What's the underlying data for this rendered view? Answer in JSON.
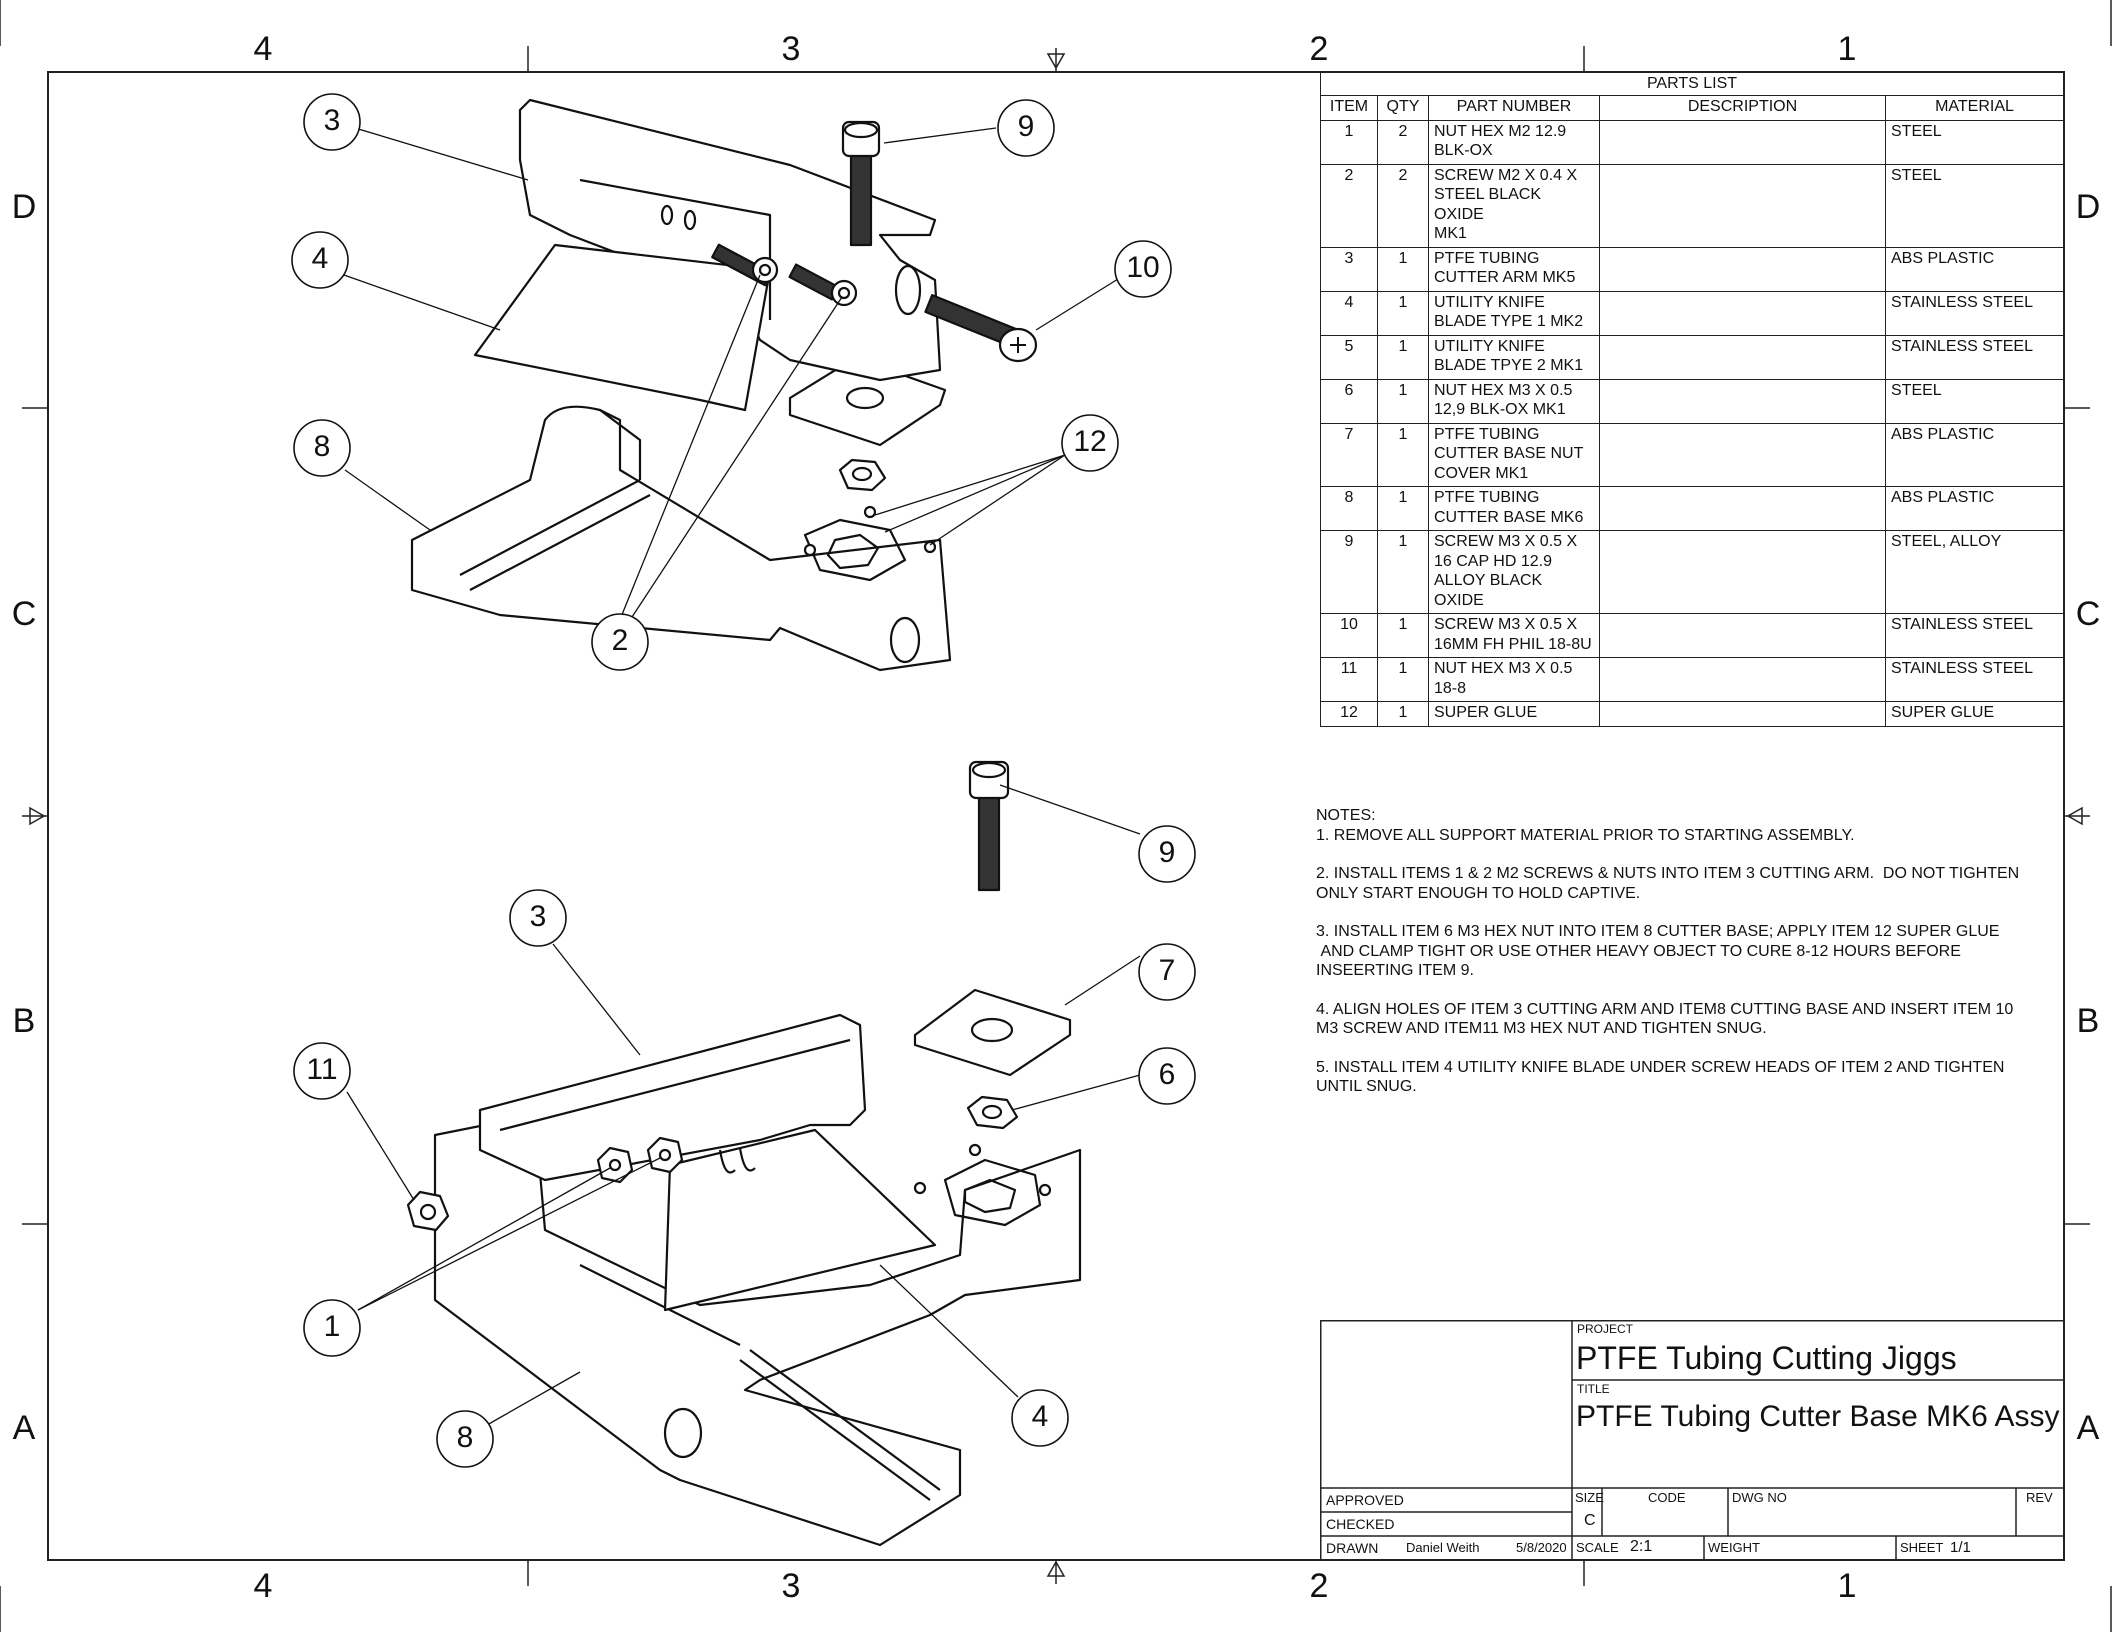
{
  "zones": {
    "columns": [
      "4",
      "3",
      "2",
      "1"
    ],
    "rows": [
      "D",
      "C",
      "B",
      "A"
    ]
  },
  "parts_list": {
    "caption": "PARTS LIST",
    "headers": [
      "ITEM",
      "QTY",
      "PART NUMBER",
      "DESCRIPTION",
      "MATERIAL"
    ],
    "rows": [
      {
        "item": "1",
        "qty": "2",
        "part": "NUT HEX M2 12.9\nBLK-OX",
        "desc": "",
        "material": "STEEL"
      },
      {
        "item": "2",
        "qty": "2",
        "part": "SCREW M2 X 0.4 X\nSTEEL BLACK OXIDE\nMK1",
        "desc": "",
        "material": "STEEL"
      },
      {
        "item": "3",
        "qty": "1",
        "part": "PTFE TUBING\nCUTTER ARM MK5",
        "desc": "",
        "material": "ABS PLASTIC"
      },
      {
        "item": "4",
        "qty": "1",
        "part": "UTILITY KNIFE\nBLADE TYPE 1 MK2",
        "desc": "",
        "material": "STAINLESS STEEL"
      },
      {
        "item": "5",
        "qty": "1",
        "part": "UTILITY KNIFE\nBLADE TPYE 2 MK1",
        "desc": "",
        "material": "STAINLESS STEEL"
      },
      {
        "item": "6",
        "qty": "1",
        "part": "NUT HEX M3 X 0.5\n12,9 BLK-OX MK1",
        "desc": "",
        "material": "STEEL"
      },
      {
        "item": "7",
        "qty": "1",
        "part": "PTFE TUBING\nCUTTER BASE NUT\nCOVER MK1",
        "desc": "",
        "material": "ABS PLASTIC"
      },
      {
        "item": "8",
        "qty": "1",
        "part": "PTFE TUBING\nCUTTER BASE MK6",
        "desc": "",
        "material": "ABS PLASTIC"
      },
      {
        "item": "9",
        "qty": "1",
        "part": "SCREW M3 X 0.5 X\n16 CAP HD 12.9\nALLOY BLACK\nOXIDE",
        "desc": "",
        "material": "STEEL, ALLOY"
      },
      {
        "item": "10",
        "qty": "1",
        "part": "SCREW M3 X 0.5 X\n16MM FH PHIL 18-8U",
        "desc": "",
        "material": "STAINLESS STEEL"
      },
      {
        "item": "11",
        "qty": "1",
        "part": "NUT HEX M3 X 0.5\n18-8",
        "desc": "",
        "material": "STAINLESS STEEL"
      },
      {
        "item": "12",
        "qty": "1",
        "part": "SUPER GLUE",
        "desc": "",
        "material": "SUPER GLUE"
      }
    ]
  },
  "notes": {
    "heading": "NOTES:",
    "items": [
      "1. REMOVE ALL SUPPORT MATERIAL PRIOR TO STARTING ASSEMBLY.",
      "2. INSTALL ITEMS 1 & 2 M2 SCREWS & NUTS INTO ITEM 3 CUTTING ARM.  DO NOT TIGHTEN\nONLY START ENOUGH TO HOLD CAPTIVE.",
      "3. INSTALL ITEM 6 M3 HEX NUT INTO ITEM 8 CUTTER BASE; APPLY ITEM 12 SUPER GLUE\n AND CLAMP TIGHT OR USE OTHER HEAVY OBJECT TO CURE 8-12 HOURS BEFORE\nINSEERTING ITEM 9.",
      "4. ALIGN HOLES OF ITEM 3 CUTTING ARM AND ITEM8 CUTTING BASE AND INSERT ITEM 10\nM3 SCREW AND ITEM11 M3 HEX NUT AND TIGHTEN SNUG.",
      "5. INSTALL ITEM 4 UTILITY KNIFE BLADE UNDER SCREW HEADS OF ITEM 2 AND TIGHTEN\nUNTIL SNUG."
    ]
  },
  "title_block": {
    "project_label": "PROJECT",
    "project": "PTFE Tubing Cutting Jiggs",
    "title_label": "TITLE",
    "title": "PTFE Tubing Cutter Base MK6 Assy",
    "approved_label": "APPROVED",
    "checked_label": "CHECKED",
    "drawn_label": "DRAWN",
    "drawn_by": "Daniel Weith",
    "drawn_date": "5/8/2020",
    "size_label": "SIZE",
    "size": "C",
    "code_label": "CODE",
    "dwgno_label": "DWG NO",
    "rev_label": "REV",
    "scale_label": "SCALE",
    "scale": "2:1",
    "weight_label": "WEIGHT",
    "sheet_label": "SHEET",
    "sheet": "1/1"
  },
  "balloons_top": [
    "3",
    "9",
    "4",
    "10",
    "8",
    "12",
    "2"
  ],
  "balloons_bottom": [
    "9",
    "3",
    "7",
    "11",
    "6",
    "1",
    "4",
    "8"
  ]
}
